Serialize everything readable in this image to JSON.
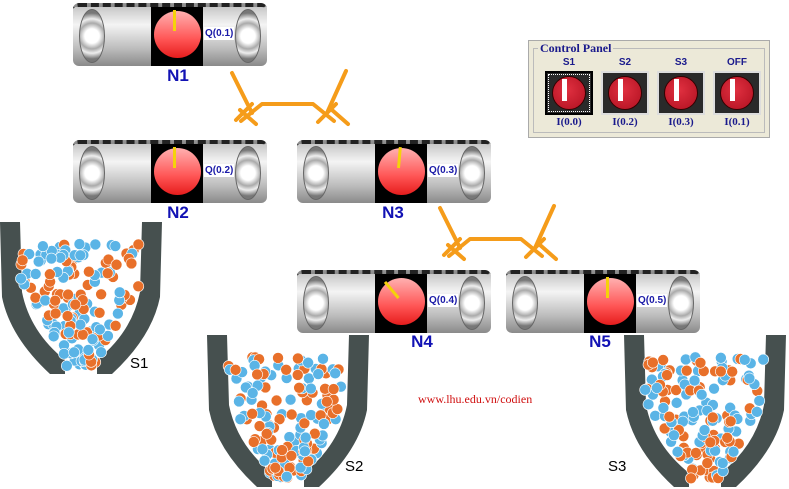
{
  "conveyors": [
    {
      "id": "N1",
      "output": "Q(0.1)",
      "needle_angle_deg": 0
    },
    {
      "id": "N2",
      "output": "Q(0.2)",
      "needle_angle_deg": 0
    },
    {
      "id": "N3",
      "output": "Q(0.3)",
      "needle_angle_deg": 5
    },
    {
      "id": "N4",
      "output": "Q(0.4)",
      "needle_angle_deg": -40
    },
    {
      "id": "N5",
      "output": "Q(0.5)",
      "needle_angle_deg": 0
    }
  ],
  "control_panel": {
    "title": "Control Panel",
    "buttons": [
      {
        "label": "S1",
        "input": "I(0.0)",
        "selected": true
      },
      {
        "label": "S2",
        "input": "I(0.2)",
        "selected": false
      },
      {
        "label": "S3",
        "input": "I(0.3)",
        "selected": false
      },
      {
        "label": "OFF",
        "input": "I(0.1)",
        "selected": false
      }
    ]
  },
  "silos": [
    {
      "label": "S1"
    },
    {
      "label": "S2"
    },
    {
      "label": "S3"
    }
  ],
  "website": "www.lhu.edu.vn/codien",
  "colors": {
    "ball_blue": "#5ab4e6",
    "ball_orange": "#e8702a",
    "diverter": "#f59c1a",
    "hopper": "#46504f"
  }
}
